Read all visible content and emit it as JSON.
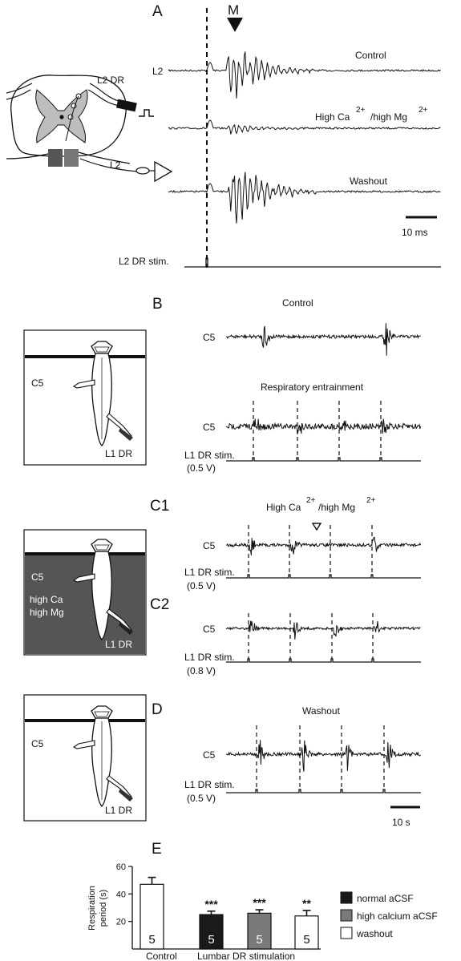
{
  "panels": {
    "a": "A",
    "b": "B",
    "c1": "C1",
    "c2": "C2",
    "d": "D",
    "e": "E"
  },
  "panel_a": {
    "marker": "M",
    "channel": "L2",
    "drawing_labels": {
      "dr": "L2 DR",
      "root": "L2"
    },
    "traces": {
      "control": "Control",
      "high_ca": "High Ca",
      "high_ca_sup": "2+",
      "high_mg": "/high Mg",
      "high_mg_sup": "2+",
      "washout": "Washout"
    },
    "stim_label": "L2 DR stim.",
    "scale_bar": "10 ms"
  },
  "panel_b": {
    "control": "Control",
    "entrainment": "Respiratory entrainment",
    "channel": "C5",
    "stim_label": "L1 DR stim.",
    "voltage": "(0.5 V)",
    "cord_labels": {
      "c5": "C5",
      "l1": "L1 DR"
    }
  },
  "panel_c1": {
    "title_high_ca": "High Ca",
    "title_sup1": "2+",
    "title_high_mg": "/high Mg",
    "title_sup2": "2+",
    "channel": "C5",
    "stim_label": "L1 DR stim.",
    "voltage": "(0.5 V)",
    "cord_labels": {
      "c5": "C5",
      "high_ca": "high Ca",
      "high_mg": "high Mg",
      "l1": "L1 DR"
    }
  },
  "panel_c2": {
    "channel": "C5",
    "stim_label": "L1 DR stim.",
    "voltage": "(0.8 V)"
  },
  "panel_d": {
    "title": "Washout",
    "channel": "C5",
    "stim_label": "L1 DR stim.",
    "voltage": "(0.5 V)",
    "scale_bar": "10 s",
    "cord_labels": {
      "c5": "C5",
      "l1": "L1 DR"
    }
  },
  "colors": {
    "trace": "#111111",
    "high_ca_bath": "#555555",
    "cord_grey": "#bdbdbd",
    "bar_normal": "#1a1a1a",
    "bar_high_ca": "#7a7a7a",
    "bar_washout": "#ffffff"
  },
  "chart_data": {
    "type": "bar",
    "ylabel": "Respiration period (s)",
    "yticks": [
      20,
      40,
      60
    ],
    "ylim": [
      0,
      60
    ],
    "bars": [
      {
        "label": "Control",
        "value": 47,
        "error": 5,
        "n": "5",
        "fill": "#ffffff",
        "sig": ""
      },
      {
        "label": "",
        "value": 25,
        "error": 2.5,
        "n": "5",
        "fill": "#1a1a1a",
        "sig": "***"
      },
      {
        "label": "",
        "value": 26,
        "error": 2.5,
        "n": "5",
        "fill": "#7a7a7a",
        "sig": "***"
      },
      {
        "label": "",
        "value": 24,
        "error": 4,
        "n": "5",
        "fill": "#ffffff",
        "sig": "**"
      }
    ],
    "group_label": "Lumbar DR stimulation",
    "legend": [
      {
        "label": "normal aCSF",
        "color": "#1a1a1a"
      },
      {
        "label": "high calcium aCSF",
        "color": "#7a7a7a"
      },
      {
        "label": "washout",
        "color": "#ffffff"
      }
    ]
  }
}
